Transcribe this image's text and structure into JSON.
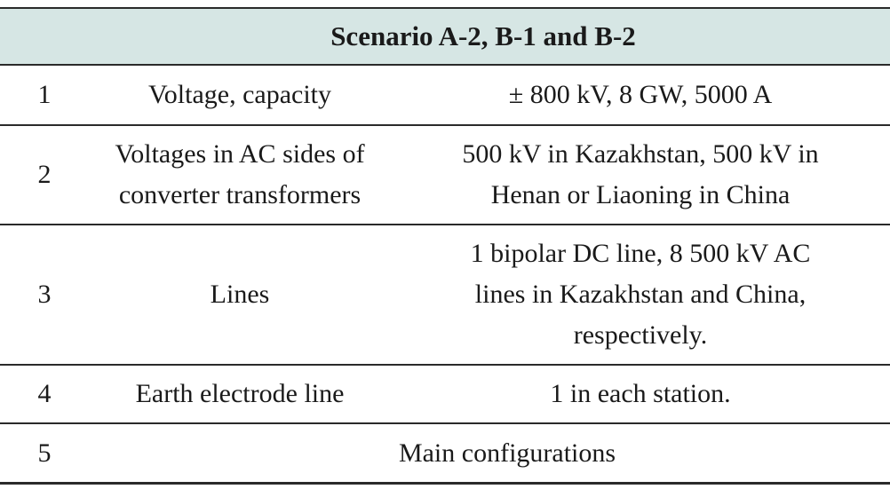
{
  "header": {
    "title": "Scenario A-2, B-1 and B-2"
  },
  "rows": [
    {
      "num": "1",
      "parameter": [
        "Voltage, capacity"
      ],
      "value": [
        "± 800 kV, 8 GW, 5000 A"
      ]
    },
    {
      "num": "2",
      "parameter": [
        "Voltages in AC sides of",
        "converter transformers"
      ],
      "value": [
        "500 kV in Kazakhstan, 500 kV in",
        "Henan or Liaoning in China"
      ]
    },
    {
      "num": "3",
      "parameter": [
        "Lines"
      ],
      "value": [
        "1 bipolar DC line, 8 500 kV AC",
        "lines in Kazakhstan and China,",
        "respectively."
      ]
    },
    {
      "num": "4",
      "parameter": [
        "Earth electrode line"
      ],
      "value": [
        "1 in each station."
      ]
    },
    {
      "num": "5",
      "merged": "Main configurations"
    }
  ]
}
